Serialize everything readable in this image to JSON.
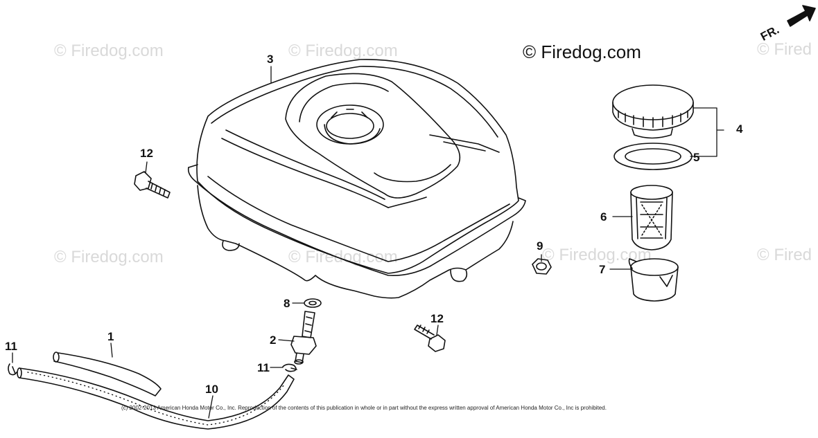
{
  "watermarks": {
    "text": "© Firedog.com",
    "partial_text": "© Fired",
    "main_text": "© Firedog.com"
  },
  "orientation": {
    "label": "FR."
  },
  "callouts": {
    "c1": "1",
    "c2": "2",
    "c3": "3",
    "c4": "4",
    "c5": "5",
    "c6": "6",
    "c7": "7",
    "c8": "8",
    "c9": "9",
    "c10": "10",
    "c11a": "11",
    "c11b": "11",
    "c12a": "12",
    "c12b": "12"
  },
  "footer": {
    "copyright": "(c) 2002-2013 American Honda Motor Co., Inc. Reproduction of the contents of this publication in whole or in part without the express written approval of American Honda Motor Co., Inc is prohibited."
  },
  "colors": {
    "line": "#111111",
    "watermark": "#d9d9d9"
  }
}
